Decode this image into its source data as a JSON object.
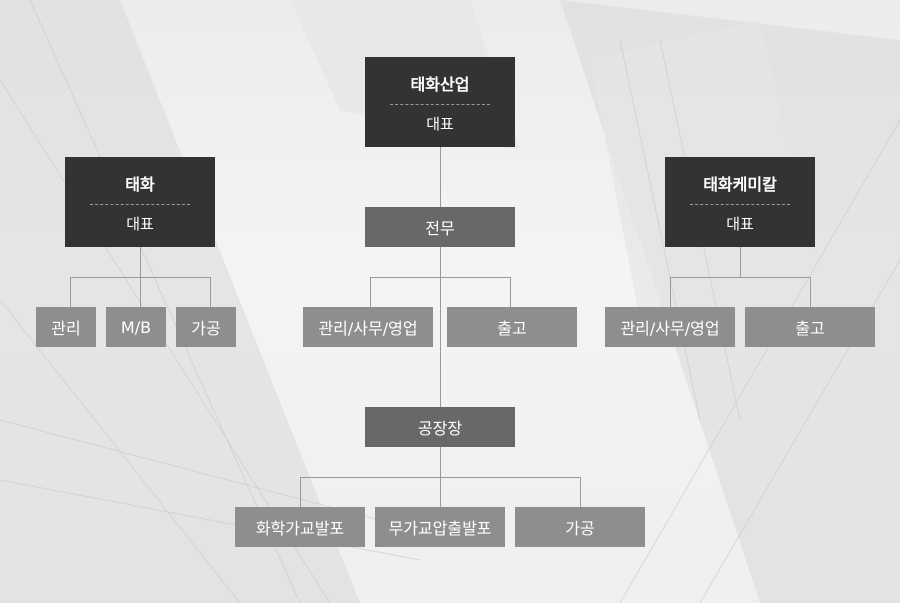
{
  "org": {
    "hq": {
      "name": "태화산업",
      "role": "대표"
    },
    "left": {
      "name": "태화",
      "role": "대표",
      "units": [
        "관리",
        "M/B",
        "가공"
      ]
    },
    "right": {
      "name": "태화케미칼",
      "role": "대표",
      "units": [
        "관리/사무/영업",
        "출고"
      ]
    },
    "director": "전무",
    "director_units": [
      "관리/사무/영업",
      "출고"
    ],
    "factory": "공장장",
    "factory_units": [
      "화학가교발포",
      "무가교압출발포",
      "가공"
    ]
  },
  "colors": {
    "dark": "#333333",
    "mid": "#686868",
    "light": "#8e8e8e",
    "line": "#9a9a9a"
  }
}
